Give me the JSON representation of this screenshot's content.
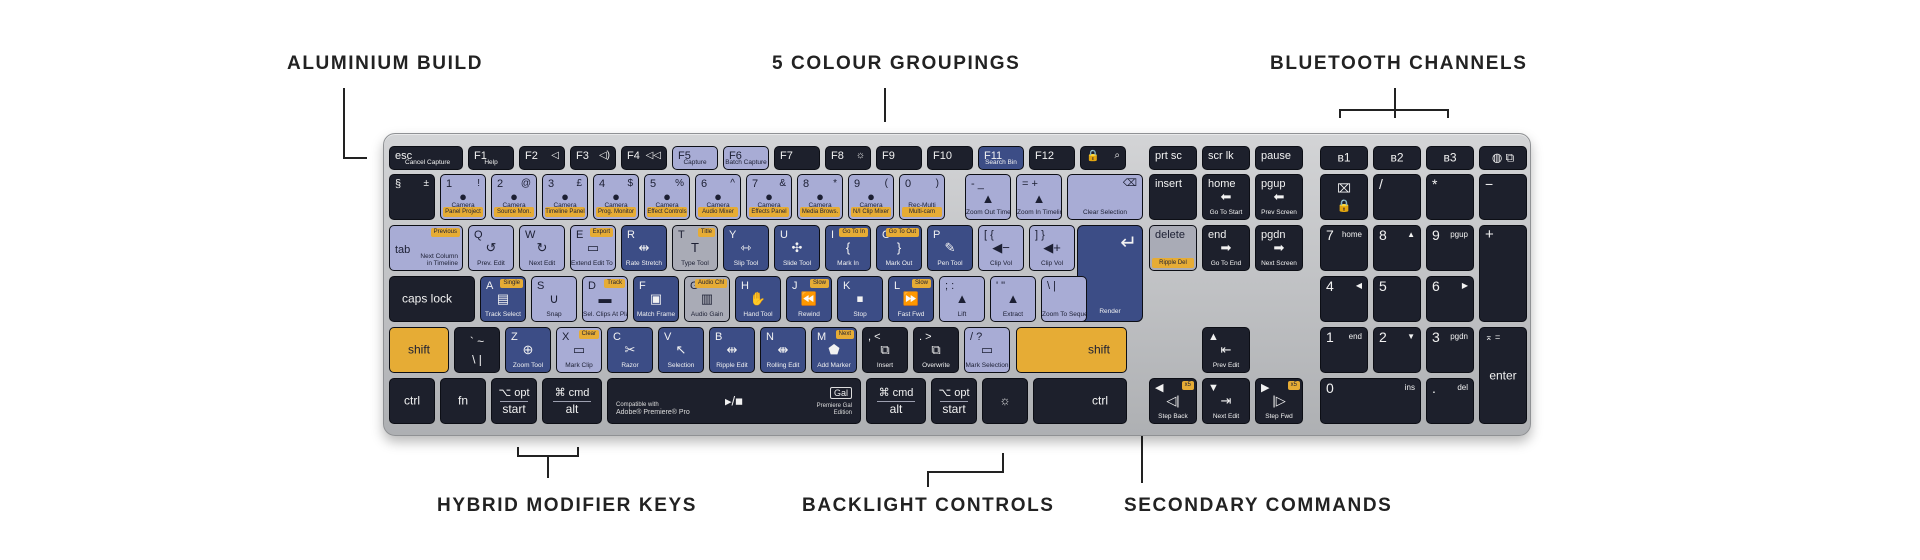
{
  "callouts": {
    "aluminium": "ALUMINIUM BUILD",
    "colour": "5 COLOUR GROUPINGS",
    "bluetooth": "BLUETOOTH CHANNELS",
    "hybrid": "HYBRID MODIFIER KEYS",
    "backlight": "BACKLIGHT CONTROLS",
    "secondary": "SECONDARY COMMANDS"
  },
  "colors": {
    "navy": "#3c4d86",
    "lavender": "#a8acd5",
    "amber": "#e6ac35",
    "dark": "#1d202c",
    "gray": "#a9abb6",
    "body": "#c4c5c8"
  },
  "keys": {
    "esc": {
      "label": "esc",
      "sub": "Cancel Capture"
    },
    "f1": {
      "label": "F1",
      "sub": "Help"
    },
    "f2": {
      "label": "F2"
    },
    "f3": {
      "label": "F3"
    },
    "f4": {
      "label": "F4"
    },
    "f5": {
      "label": "F5",
      "sub": "Capture"
    },
    "f6": {
      "label": "F6",
      "sub": "Batch Capture"
    },
    "f7": {
      "label": "F7"
    },
    "f8": {
      "label": "F8"
    },
    "f9": {
      "label": "F9"
    },
    "f10": {
      "label": "F10"
    },
    "f11": {
      "label": "F11",
      "sub": "Search Bin"
    },
    "f12": {
      "label": "F12"
    },
    "prtsc": {
      "label": "prt sc"
    },
    "scrlk": {
      "label": "scr lk"
    },
    "pause": {
      "label": "pause"
    },
    "bt1": {
      "label": "1"
    },
    "bt2": {
      "label": "2"
    },
    "bt3": {
      "label": "3"
    },
    "section": {
      "label": "§",
      "alt": "±"
    },
    "n1": {
      "label": "1",
      "top": "!",
      "sub": "Camera",
      "strip": "Panel Project"
    },
    "n2": {
      "label": "2",
      "top": "@",
      "sub": "Camera",
      "strip": "Source Mon."
    },
    "n3": {
      "label": "3",
      "top": "£",
      "sub": "Camera",
      "strip": "Timeline Panel"
    },
    "n4": {
      "label": "4",
      "top": "$",
      "sub": "Camera",
      "strip": "Prog. Monitor"
    },
    "n5": {
      "label": "5",
      "top": "%",
      "sub": "Camera",
      "strip": "Effect Controls"
    },
    "n6": {
      "label": "6",
      "top": "^",
      "sub": "Camera",
      "strip": "Audio Mixer"
    },
    "n7": {
      "label": "7",
      "top": "&",
      "sub": "Camera",
      "strip": "Effects Panel"
    },
    "n8": {
      "label": "8",
      "top": "*",
      "sub": "Camera",
      "strip": "Media Brows."
    },
    "n9": {
      "label": "9",
      "top": "(",
      "sub": "Camera",
      "strip": "N/I Clip Mixer"
    },
    "n0": {
      "label": "0",
      "top": ")",
      "sub": "Rec-Multi",
      "strip": "Multi-cam"
    },
    "minus": {
      "label": "- _",
      "sub": "Zoom Out Timeline"
    },
    "equal": {
      "label": "= +",
      "sub": "Zoom In Timeline"
    },
    "backspace": {
      "label": "⌫",
      "sub": "Clear Selection"
    },
    "insert": {
      "label": "insert"
    },
    "home": {
      "label": "home",
      "sub": "Go To Start"
    },
    "pgup": {
      "label": "pgup",
      "sub": "Prev Screen"
    },
    "tab": {
      "label": "tab",
      "sub": "Next Column in Timeline",
      "flag": "Previous"
    },
    "q": {
      "label": "Q",
      "sub": "Prev. Edit"
    },
    "w": {
      "label": "W",
      "sub": "Next Edit"
    },
    "e": {
      "label": "E",
      "sub": "Extend Edit To Playhead",
      "flag": "Export"
    },
    "r": {
      "label": "R",
      "sub": "Rate Stretch"
    },
    "t": {
      "label": "T",
      "sub": "Type Tool",
      "flag": "Title"
    },
    "y": {
      "label": "Y",
      "sub": "Slip Tool"
    },
    "u": {
      "label": "U",
      "sub": "Slide Tool"
    },
    "i": {
      "label": "I",
      "sub": "Mark In",
      "flag": "Go To In"
    },
    "o": {
      "label": "O",
      "sub": "Mark Out",
      "flag": "Go To Out"
    },
    "p": {
      "label": "P",
      "sub": "Pen Tool"
    },
    "lbracket": {
      "label": "[ {",
      "sub": "Clip Vol"
    },
    "rbracket": {
      "label": "] }",
      "sub": "Clip Vol"
    },
    "enter": {
      "label": "↵",
      "sub": "Render"
    },
    "delete": {
      "label": "delete",
      "strip": "Ripple Del"
    },
    "end": {
      "label": "end",
      "sub": "Go To End"
    },
    "pgdn": {
      "label": "pgdn",
      "sub": "Next Screen"
    },
    "caps": {
      "label": "caps lock"
    },
    "a": {
      "label": "A",
      "sub": "Track Select",
      "flag": "Single"
    },
    "s": {
      "label": "S",
      "sub": "Snap"
    },
    "d": {
      "label": "D",
      "sub": "Sel. Clips At Playhead",
      "flag": "Track"
    },
    "f": {
      "label": "F",
      "sub": "Match Frame"
    },
    "g": {
      "label": "G",
      "sub": "Audio Gain",
      "flag": "Audio Chl"
    },
    "h": {
      "label": "H",
      "sub": "Hand Tool"
    },
    "j": {
      "label": "J",
      "sub": "Rewind",
      "flag": "Slow"
    },
    "k": {
      "label": "K",
      "sub": "Stop"
    },
    "l": {
      "label": "L",
      "sub": "Fast Fwd",
      "flag": "Slow"
    },
    "semicolon": {
      "label": "; :",
      "sub": "Lift"
    },
    "quote": {
      "label": "' \"",
      "sub": "Extract"
    },
    "backslash": {
      "label": "\\ |",
      "sub": "Zoom To Sequence"
    },
    "lshift": {
      "label": "shift"
    },
    "tilde": {
      "label": "` ~",
      "alt": "\\ |"
    },
    "z": {
      "label": "Z",
      "sub": "Zoom Tool"
    },
    "x": {
      "label": "X",
      "sub": "Mark Clip",
      "flag": "Clear"
    },
    "c": {
      "label": "C",
      "sub": "Razor"
    },
    "v": {
      "label": "V",
      "sub": "Selection"
    },
    "b": {
      "label": "B",
      "sub": "Ripple Edit"
    },
    "n": {
      "label": "N",
      "sub": "Rolling Edit"
    },
    "m": {
      "label": "M",
      "sub": "Add Marker",
      "flag": "Next"
    },
    "comma": {
      "label": ", <",
      "sub": "Insert"
    },
    "period": {
      "label": ". >",
      "sub": "Overwrite"
    },
    "slash": {
      "label": "/ ?",
      "sub": "Mark Selection"
    },
    "rshift": {
      "label": "shift"
    },
    "up": {
      "sub": "Prev Edit"
    },
    "lctrl": {
      "label": "ctrl"
    },
    "fn": {
      "label": "fn"
    },
    "lopt": {
      "top": "⌥ opt",
      "bot": "start"
    },
    "lcmd": {
      "top": "⌘ cmd",
      "bot": "alt"
    },
    "space": {
      "label": "▸/■",
      "compat": "Compatible with",
      "app": "Adobe® Premiere® Pro",
      "badge": "Gal",
      "edition1": "Premiere Gal",
      "edition2": "Edition"
    },
    "rcmd": {
      "top": "⌘ cmd",
      "bot": "alt"
    },
    "ropt": {
      "top": "⌥ opt",
      "bot": "start"
    },
    "light": {
      "label": "☼"
    },
    "rctrl": {
      "label": "ctrl"
    },
    "left": {
      "sub": "Step Back",
      "flag": "x5"
    },
    "down": {
      "sub": "Next Edit"
    },
    "right": {
      "sub": "Step Fwd",
      "flag": "x5"
    },
    "np_clear": {
      "label": "⌧",
      "alt": "🔒"
    },
    "np_div": {
      "label": "/"
    },
    "np_mul": {
      "label": "*"
    },
    "np_minus": {
      "label": "−"
    },
    "np7": {
      "label": "7",
      "alt": "home"
    },
    "np8": {
      "label": "8",
      "alt": "▲"
    },
    "np9": {
      "label": "9",
      "alt": "pgup"
    },
    "np_plus": {
      "label": "+"
    },
    "np4": {
      "label": "4",
      "alt": "◀"
    },
    "np5": {
      "label": "5"
    },
    "np6": {
      "label": "6",
      "alt": "▶"
    },
    "np1": {
      "label": "1",
      "alt": "end"
    },
    "np2": {
      "label": "2",
      "alt": "▼"
    },
    "np3": {
      "label": "3",
      "alt": "pgdn"
    },
    "np_enter": {
      "label": "enter",
      "alt": "⌅ ="
    },
    "np0": {
      "label": "0",
      "alt": "ins"
    },
    "np_dot": {
      "label": ".",
      "alt": "del"
    }
  }
}
